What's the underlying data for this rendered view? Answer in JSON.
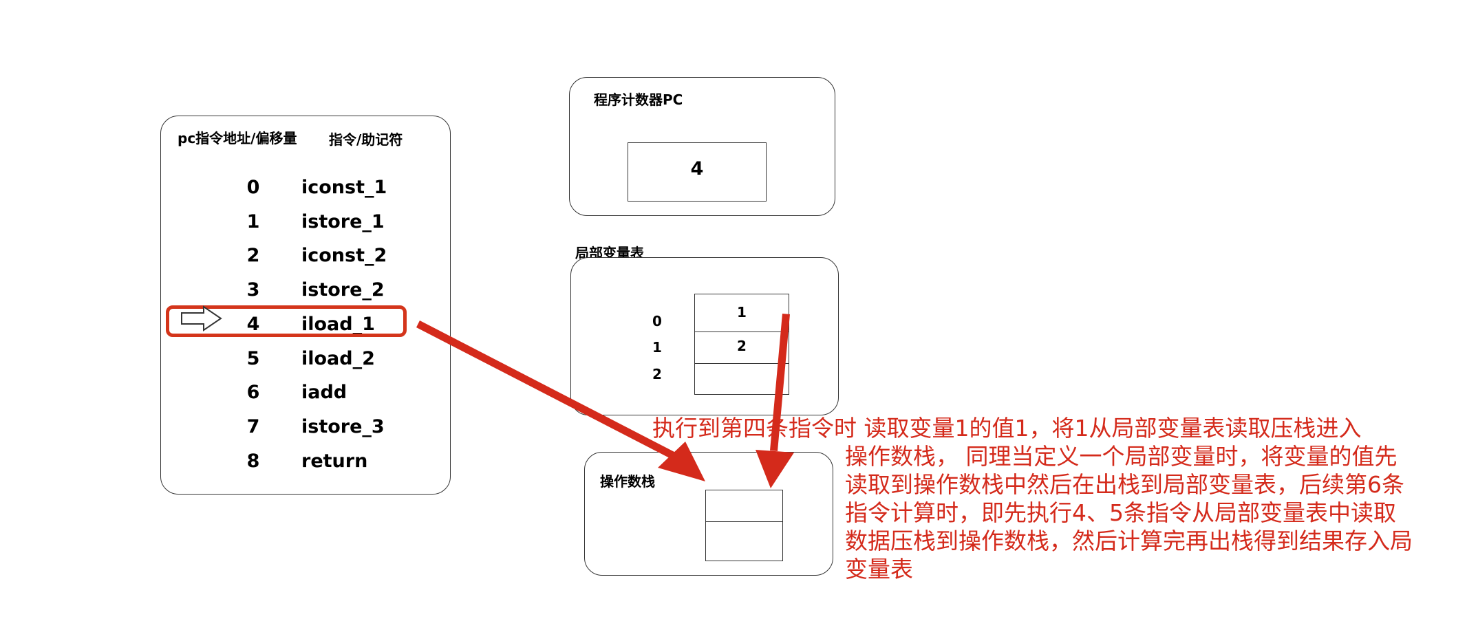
{
  "instr_panel": {
    "header_addr": "pc指令地址/偏移量",
    "header_mnemonic": "指令/助记符",
    "rows": [
      {
        "addr": "0",
        "op": "iconst_1"
      },
      {
        "addr": "1",
        "op": "istore_1"
      },
      {
        "addr": "2",
        "op": "iconst_2"
      },
      {
        "addr": "3",
        "op": "istore_2"
      },
      {
        "addr": "4",
        "op": "iload_1"
      },
      {
        "addr": "5",
        "op": "iload_2"
      },
      {
        "addr": "6",
        "op": "iadd"
      },
      {
        "addr": "7",
        "op": "istore_3"
      },
      {
        "addr": "8",
        "op": "return"
      }
    ],
    "current_index": 4
  },
  "pc_panel": {
    "title": "程序计数器PC",
    "value": "4"
  },
  "locals_panel": {
    "title": "局部变量表",
    "indices": [
      "0",
      "1",
      "2"
    ],
    "values": [
      "1",
      "2",
      ""
    ]
  },
  "operand_stack": {
    "title": "操作数栈"
  },
  "annotation": {
    "lines": [
      "执行到第四条指令时 读取变量1的值1，将1从局部变量表读取压栈进入",
      "操作数栈， 同理当定义一个局部变量时，将变量的值先",
      "读取到操作数栈中然后在出栈到局部变量表，后续第6条",
      "指令计算时，即先执行4、5条指令从局部变量表中读取",
      "数据压栈到操作数栈，然后计算完再出栈得到结果存入局",
      "变量表"
    ]
  },
  "colors": {
    "accent": "#d42a1b"
  }
}
